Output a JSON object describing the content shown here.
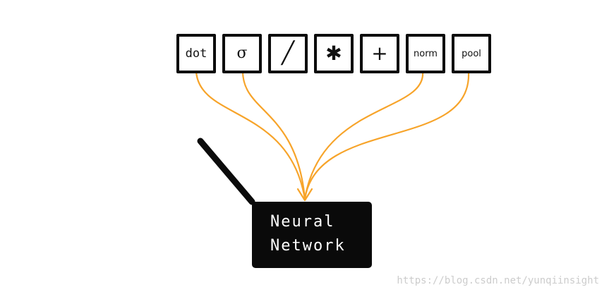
{
  "ops": [
    {
      "label": "dot"
    },
    {
      "label": "σ"
    },
    {
      "label": "╱",
      "icon": "relu-icon"
    },
    {
      "label": "✱",
      "icon": "asterisk-icon"
    },
    {
      "label": "+"
    },
    {
      "label": "norm"
    },
    {
      "label": "pool"
    }
  ],
  "network": {
    "line1": "Neural",
    "line2": "Network"
  },
  "watermark": "https://blog.csdn.net/yunqiinsight",
  "colors": {
    "arrow": "#f7a42a",
    "box_border": "#0b0b0b",
    "network_fill": "#0a0a0a",
    "network_text": "#ffffff"
  }
}
